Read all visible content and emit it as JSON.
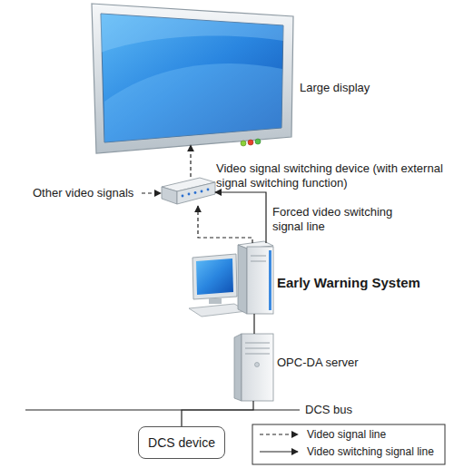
{
  "diagram": {
    "nodes": [
      {
        "text": [
          "Large display"
        ]
      },
      {
        "text": [
          "Video signal switching device (with external signal switching function)"
        ]
      },
      {
        "text": [
          "Early Warning System"
        ]
      },
      {
        "text": [
          "OPC-DA server"
        ]
      },
      {
        "text": [
          "DCS device"
        ]
      }
    ],
    "edges": [
      {
        "from": 1,
        "to": 0,
        "arrow": "to"
      },
      {
        "from": 2,
        "to": 1,
        "arrow": "to"
      },
      {
        "from": 2,
        "to": 1,
        "arrow": "to",
        "label": "Forced video switching signal line"
      },
      {
        "from": 3,
        "to": 2,
        "arrow": "none"
      },
      {
        "from": 3,
        "to": 4,
        "arrow": "none"
      }
    ],
    "labels": [
      "Other video signals",
      "DCS bus"
    ],
    "legend": [
      {
        "text": "Video signal line"
      },
      {
        "text": "Video switching signal line"
      }
    ]
  }
}
